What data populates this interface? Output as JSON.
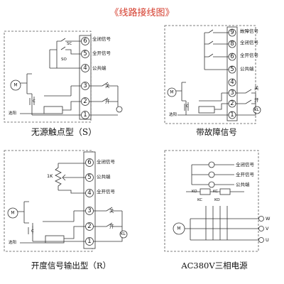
{
  "title": "《线路接线图》",
  "colors": {
    "title": "#d43a2a",
    "line": "#333333"
  },
  "diagrams": {
    "s": {
      "caption": "无源触点型（S）",
      "terminals": [
        "6",
        "5",
        "4",
        "3",
        "2",
        "1"
      ],
      "labels": {
        "t6": "全闭信号",
        "t5": "全开信号",
        "t4": "公共端",
        "t3": "关",
        "t2": "开"
      },
      "sw_sc": "SC",
      "sw_so": "SO",
      "motor": "M",
      "cap": "C",
      "kk": "选阳"
    },
    "fault": {
      "caption": "带故障信号",
      "terminals": [
        "9",
        "8",
        "6",
        "5",
        "4",
        "3",
        "2",
        "1"
      ],
      "labels": {
        "t9": "故障信号",
        "t8": "全闭信号",
        "t6": "全开信号",
        "t5": "公共端",
        "t3": "关",
        "t2": "开"
      },
      "load": "KL",
      "motor": "M",
      "cap": "C",
      "kk": "选阳"
    },
    "r": {
      "caption": "开度信号输出型（R）",
      "terminals": [
        "6",
        "5",
        "4",
        "3",
        "2",
        "1"
      ],
      "labels": {
        "t6": "全闭信号",
        "t5": "公共端",
        "t4": "全开信号",
        "t3": "关",
        "t2": "开"
      },
      "pot": "1K",
      "load": "KL",
      "motor": "M",
      "cap": "C",
      "kk": "选阳"
    },
    "ac380": {
      "caption": "AC380V三相电源",
      "labels": {
        "l1": "全闭信号",
        "l2": "全开信号",
        "l3": "公共端"
      },
      "phases": [
        "W",
        "V",
        "U"
      ],
      "ko": "KO",
      "kc": "KC",
      "motor": "M"
    }
  }
}
